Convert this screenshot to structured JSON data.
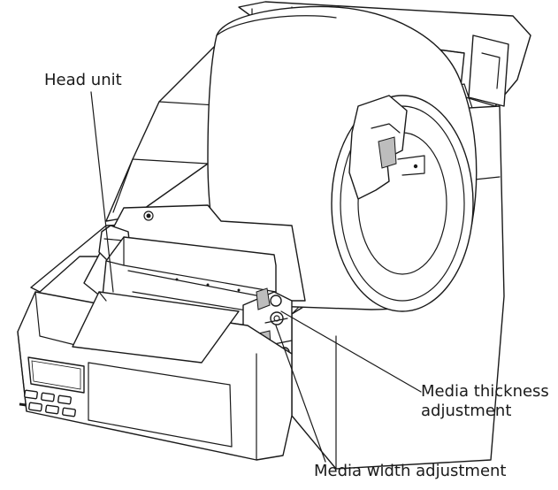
{
  "labels": {
    "head_unit": "Head unit",
    "media_thickness_line1": "Media thickness",
    "media_thickness_line2": "adjustment",
    "media_width": "Media width adjustment"
  }
}
